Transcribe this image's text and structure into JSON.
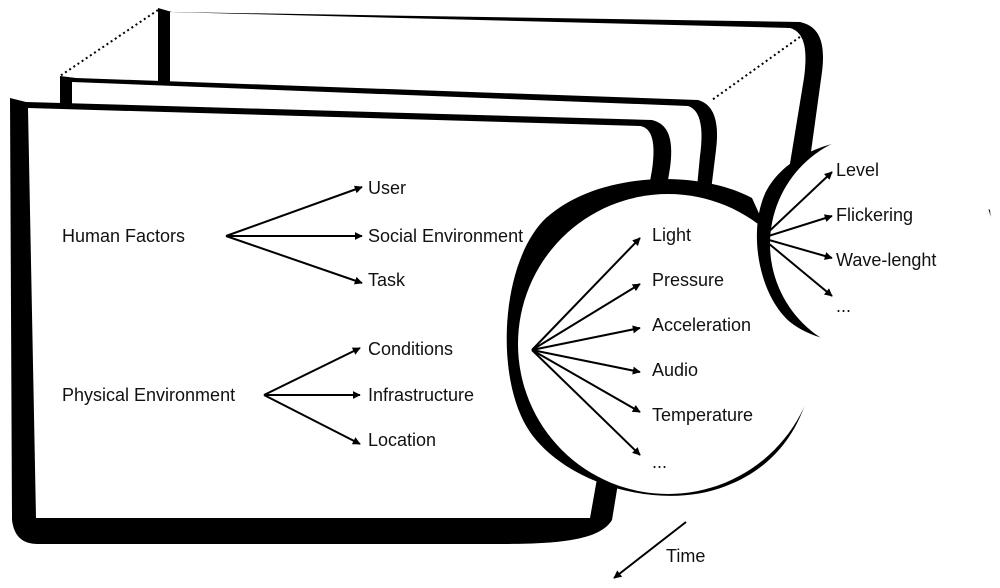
{
  "diagram": {
    "human_factors": {
      "label": "Human Factors",
      "children": [
        "User",
        "Social Environment",
        "Task"
      ]
    },
    "physical_environment": {
      "label": "Physical Environment",
      "children": [
        "Conditions",
        "Infrastructure",
        "Location"
      ]
    },
    "conditions_detail": {
      "children": [
        "Light",
        "Pressure",
        "Acceleration",
        "Audio",
        "Temperature",
        "..."
      ]
    },
    "light_detail": {
      "children": [
        "Level",
        "Flickering",
        "Wave-lenght",
        "..."
      ]
    },
    "time_axis": {
      "label": "Time"
    }
  },
  "colors": {
    "ink": "#000000",
    "text": "#111111",
    "background": "#ffffff"
  }
}
